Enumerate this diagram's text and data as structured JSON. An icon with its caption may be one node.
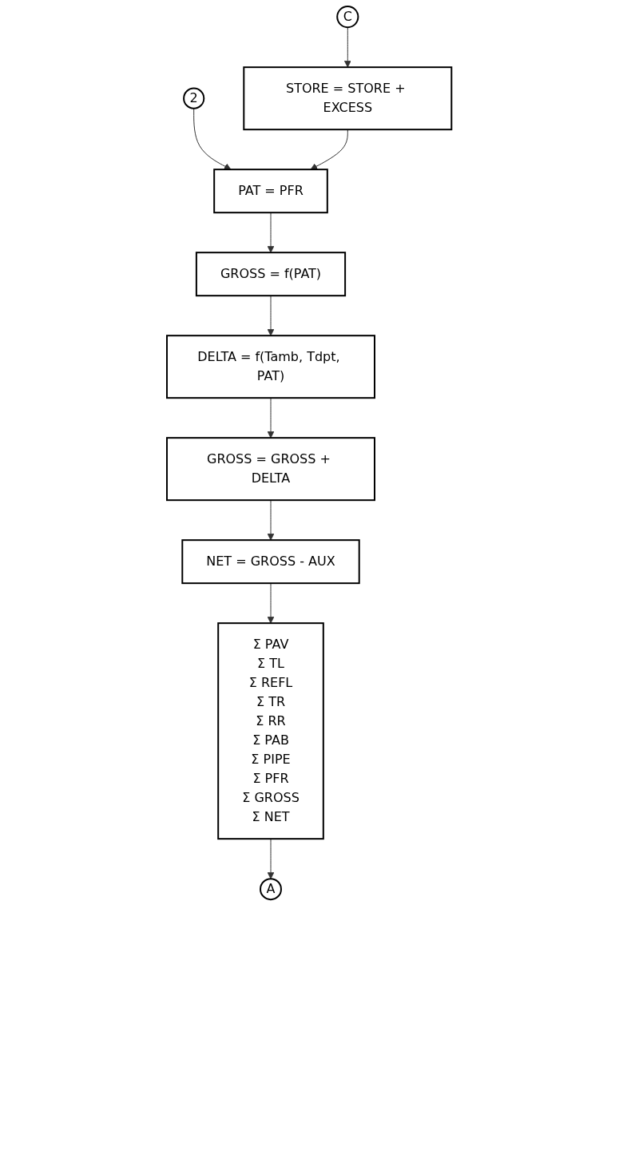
{
  "diagram": {
    "nodes": [
      {
        "text": [
          "2"
        ]
      },
      {
        "text": [
          "C"
        ]
      },
      {
        "text": [
          "STORE = STORE + EXCESS"
        ]
      },
      {
        "text": [
          "PAT = PFR"
        ]
      },
      {
        "text": [
          "GROSS = f(PAT)"
        ]
      },
      {
        "text": [
          "DELTA = f(Tamb, Tdpt, PAT)"
        ]
      },
      {
        "text": [
          "GROSS = GROSS + DELTA"
        ]
      },
      {
        "text": [
          "NET = GROSS - AUX"
        ]
      },
      {
        "text": [
          "Σ PAV",
          "Σ TL",
          "Σ REFL",
          "Σ TR",
          "Σ RR",
          "Σ PAB",
          "Σ PIPE",
          "Σ PFR",
          "Σ GROSS",
          "Σ NET"
        ]
      },
      {
        "text": [
          "A"
        ]
      }
    ],
    "edges": [
      {
        "from": 1,
        "to": 2,
        "arrow": "to"
      },
      {
        "from": 0,
        "to": 3,
        "arrow": "to"
      },
      {
        "from": 2,
        "to": 3,
        "arrow": "to"
      },
      {
        "from": 3,
        "to": 4,
        "arrow": "to"
      },
      {
        "from": 4,
        "to": 5,
        "arrow": "to"
      },
      {
        "from": 5,
        "to": 6,
        "arrow": "to"
      },
      {
        "from": 6,
        "to": 7,
        "arrow": "to"
      },
      {
        "from": 7,
        "to": 8,
        "arrow": "to"
      },
      {
        "from": 8,
        "to": 9,
        "arrow": "to"
      }
    ]
  }
}
